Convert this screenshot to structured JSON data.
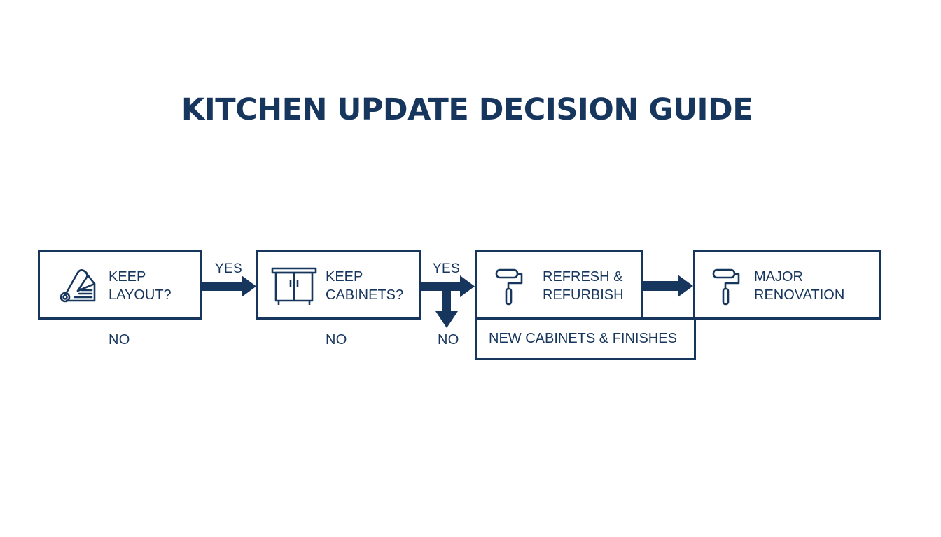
{
  "title": "KITCHEN UPDATE DECISION GUIDE",
  "colors": {
    "primary": "#17365d",
    "background": "#ffffff"
  },
  "nodes": {
    "keep_layout": {
      "line1": "KEEP",
      "line2": "LAYOUT?",
      "icon": "blueprint-scroll-icon"
    },
    "keep_cabinets": {
      "line1": "KEEP",
      "line2": "CABINETS?",
      "icon": "cabinet-icon"
    },
    "refresh": {
      "line1": "REFRESH &",
      "line2": "REFURBISH",
      "icon": "paint-roller-icon"
    },
    "new_cabinets": {
      "label": "NEW CABINETS & FINISHES"
    },
    "major": {
      "line1": "MAJOR",
      "line2": "RENOVATION",
      "icon": "paint-roller-icon"
    }
  },
  "edges": {
    "yes_1": "YES",
    "yes_2": "YES",
    "no_1": "NO",
    "no_2": "NO",
    "no_3": "NO"
  }
}
